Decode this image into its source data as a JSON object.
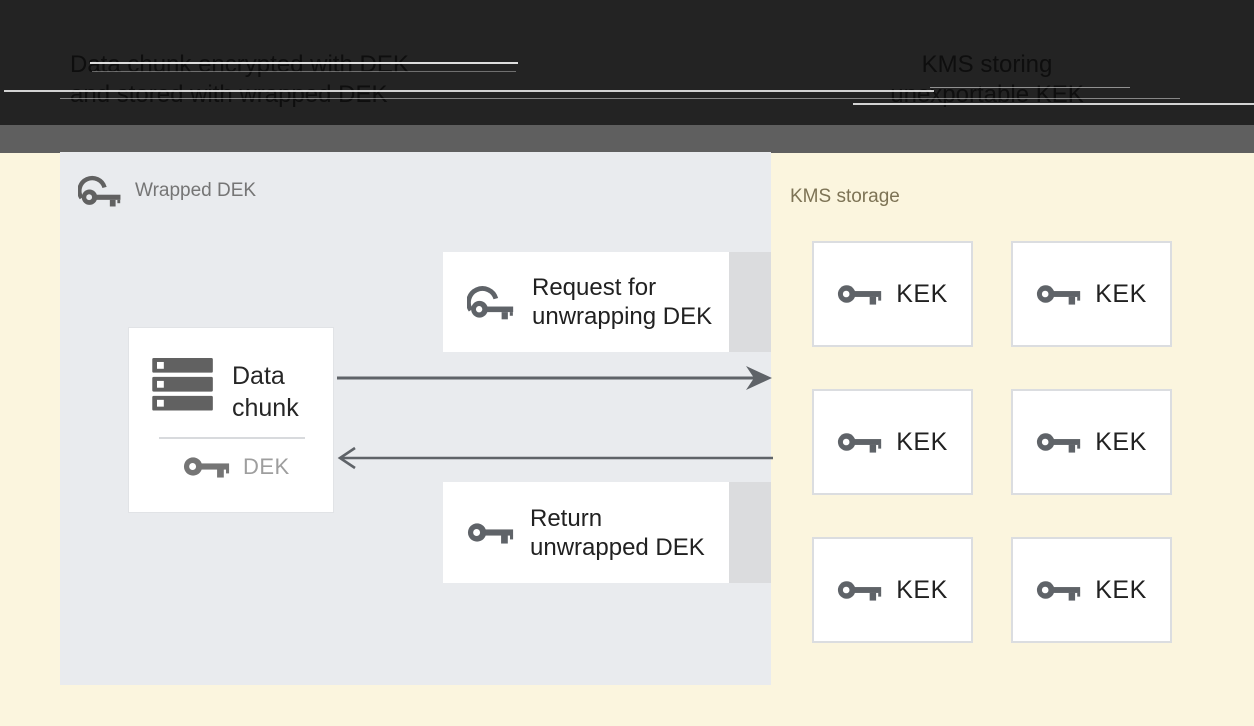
{
  "header": {
    "left_caption": {
      "line1": "Data chunk encrypted with DEK",
      "line2": "and stored with wrapped DEK"
    },
    "right_caption": {
      "line1": "KMS storing",
      "line2": "unexportable KEK"
    }
  },
  "panel": {
    "label": "Wrapped DEK",
    "data_chunk": {
      "line1": "Data",
      "line2": "chunk",
      "key_label": "DEK"
    },
    "request_box": {
      "line1": "Request for",
      "line2": "unwrapping DEK"
    },
    "return_box": {
      "line1": "Return",
      "line2": "unwrapped DEK"
    }
  },
  "kms": {
    "label": "KMS storage",
    "cells": [
      "KEK",
      "KEK",
      "KEK",
      "KEK",
      "KEK",
      "KEK"
    ]
  },
  "icons": {
    "wrapped_key": "wrapped-key-icon",
    "key": "key-icon",
    "data_chunk": "data-chunk-stack-icon",
    "arrow_right": "arrow-right-icon",
    "arrow_left": "arrow-left-icon"
  },
  "colors": {
    "top_band": "#232323",
    "gray_band": "#5F5F5F",
    "background": "#FBF5DE",
    "panel": "#E9EBEE",
    "box_white": "#FFFFFF",
    "box_border": "#DBDDE0",
    "icon_gray": "#5F6368",
    "text_dark": "#212121",
    "text_muted": "#9E9E9E",
    "kms_label_text": "#7D7355"
  }
}
